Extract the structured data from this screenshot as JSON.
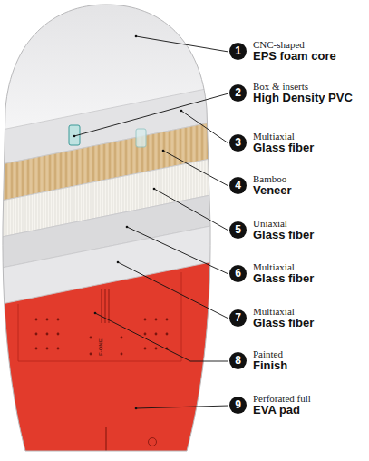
{
  "diagram": {
    "nodes": [
      {
        "text": [
          "1",
          "CNC-shaped",
          "EPS foam core"
        ]
      },
      {
        "text": [
          "2",
          "Box & inserts",
          "High Density PVC"
        ]
      },
      {
        "text": [
          "3",
          "Multiaxial",
          "Glass fiber"
        ]
      },
      {
        "text": [
          "4",
          "Bamboo",
          "Veneer"
        ]
      },
      {
        "text": [
          "5",
          "Uniaxial",
          "Glass fiber"
        ]
      },
      {
        "text": [
          "6",
          "Multiaxial",
          "Glass fiber"
        ]
      },
      {
        "text": [
          "7",
          "Multiaxial",
          "Glass fiber"
        ]
      },
      {
        "text": [
          "8",
          "Painted",
          "Finish"
        ]
      },
      {
        "text": [
          "9",
          "Perforated full",
          "EVA pad"
        ]
      }
    ],
    "labels": [
      "F-ONE"
    ]
  }
}
